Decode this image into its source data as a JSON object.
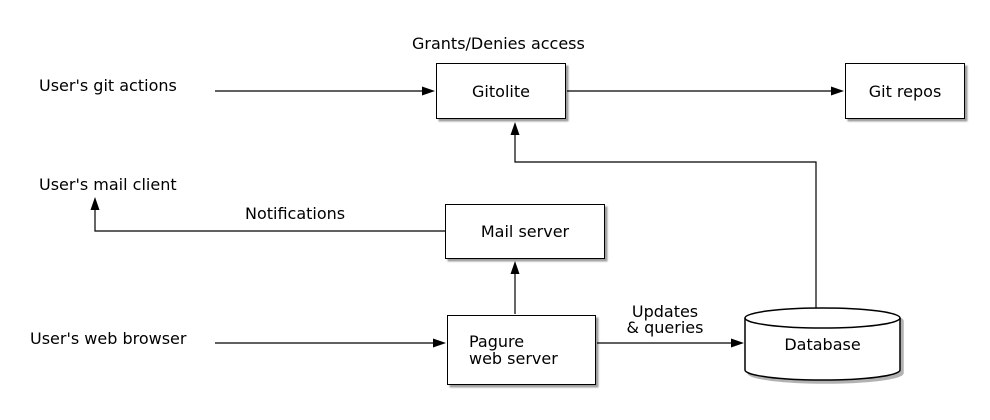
{
  "diagram": {
    "colors": {
      "background": "#ffffff",
      "line": "#000000",
      "node_fill": "#ffffff",
      "shadow": "#999999"
    },
    "nodes": {
      "gitolite": {
        "label": "Gitolite"
      },
      "git_repos": {
        "label": "Git repos"
      },
      "mail_server": {
        "label": "Mail server"
      },
      "pagure": {
        "label_line1": "Pagure",
        "label_line2": "web server"
      },
      "database": {
        "label": "Database"
      }
    },
    "labels": {
      "grants_denies": "Grants/Denies access",
      "users_git_actions": "User's git actions",
      "users_mail_client": "User's mail client",
      "users_web_browser": "User's web browser",
      "notifications": "Notifications",
      "updates_line1": "Updates",
      "updates_line2": "& queries"
    }
  }
}
